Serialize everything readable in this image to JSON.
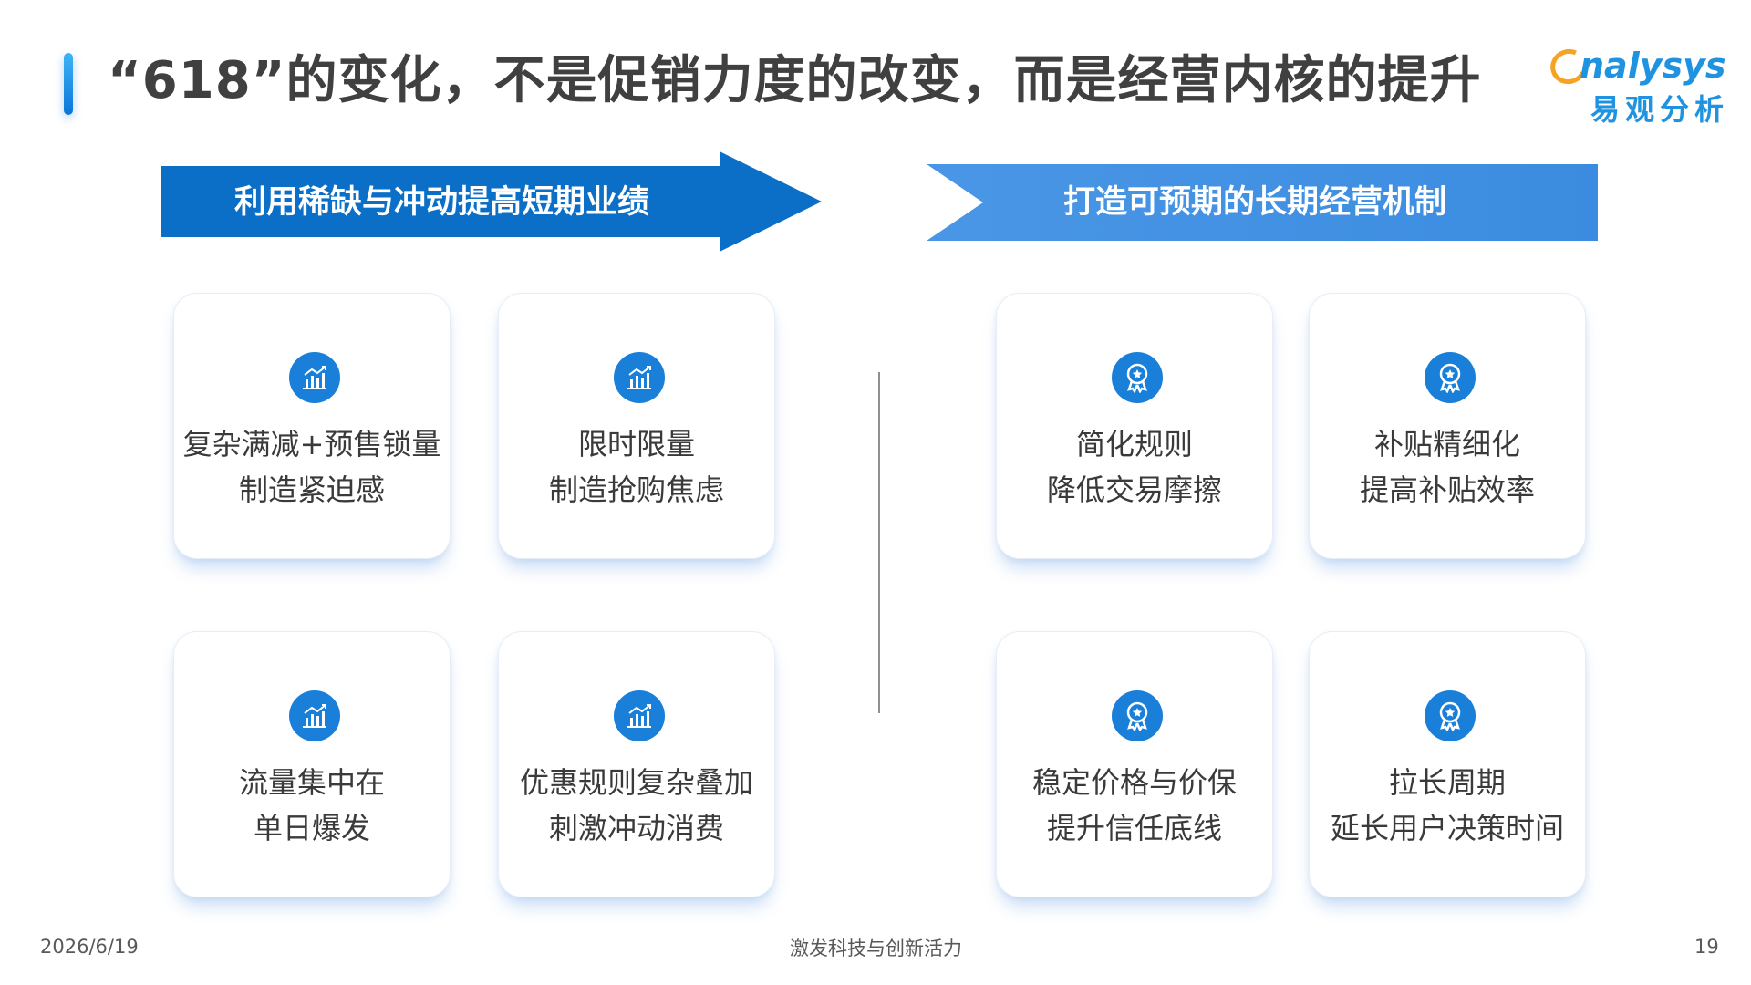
{
  "header": {
    "title": "“618”的变化，不是促销力度的改变，而是经营内核的提升"
  },
  "logo": {
    "word": "nalysys",
    "cn": "易观分析",
    "colors": {
      "blue": "#1f93e0",
      "orange": "#f6a323"
    }
  },
  "left": {
    "banner_label": "利用稀缺与冲动提高短期业绩",
    "banner_color": "#0b6fc8",
    "cards": [
      {
        "icon": "chart-growth-icon",
        "line1": "复杂满减+预售锁量",
        "line2": "制造紧迫感"
      },
      {
        "icon": "chart-growth-icon",
        "line1": "限时限量",
        "line2": "制造抢购焦虑"
      },
      {
        "icon": "chart-growth-icon",
        "line1": "流量集中在",
        "line2": "单日爆发"
      },
      {
        "icon": "chart-growth-icon",
        "line1": "优惠规则复杂叠加",
        "line2": "刺激冲动消费"
      }
    ]
  },
  "right": {
    "banner_label": "打造可预期的长期经营机制",
    "banner_color": "#3b8ce0",
    "cards": [
      {
        "icon": "award-medal-icon",
        "line1": "简化规则",
        "line2": "降低交易摩擦"
      },
      {
        "icon": "award-medal-icon",
        "line1": "补贴精细化",
        "line2": "提高补贴效率"
      },
      {
        "icon": "award-medal-icon",
        "line1": "稳定价格与价保",
        "line2": "提升信任底线"
      },
      {
        "icon": "award-medal-icon",
        "line1": "拉长周期",
        "line2": "延长用户决策时间"
      }
    ]
  },
  "footer": {
    "date": "2026/6/19",
    "center": "激发科技与创新活力",
    "page": "19"
  }
}
